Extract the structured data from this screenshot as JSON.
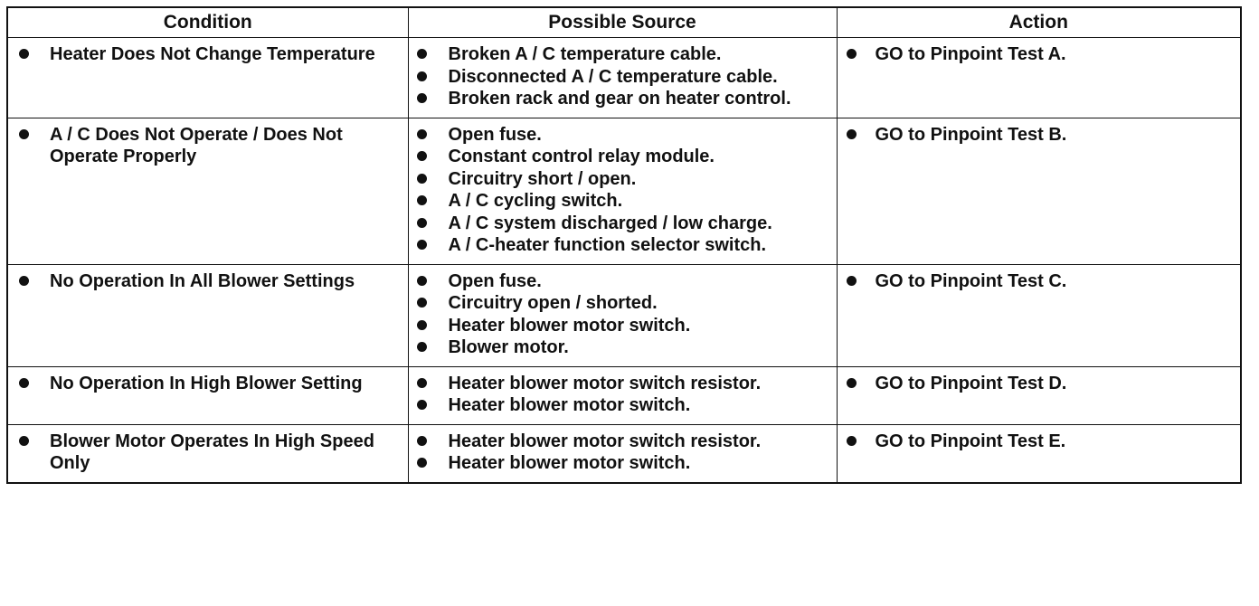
{
  "headers": {
    "condition": "Condition",
    "source": "Possible Source",
    "action": "Action"
  },
  "rows": [
    {
      "condition": "Heater Does Not Change Temperature",
      "sources": [
        "Broken A / C temperature cable.",
        "Disconnected A / C temperature cable.",
        "Broken rack and gear on heater control."
      ],
      "action": "GO to Pinpoint Test A."
    },
    {
      "condition": "A / C Does Not Operate / Does Not Operate Properly",
      "sources": [
        "Open fuse.",
        "Constant control relay module.",
        "Circuitry short / open.",
        "A / C cycling switch.",
        "A / C system discharged / low charge.",
        "A / C-heater function selector switch."
      ],
      "action": "GO to Pinpoint Test B."
    },
    {
      "condition": "No Operation In All Blower Settings",
      "sources": [
        "Open fuse.",
        "Circuitry open / shorted.",
        "Heater blower motor switch.",
        "Blower motor."
      ],
      "action": "GO to Pinpoint Test C."
    },
    {
      "condition": "No Operation In High Blower Setting",
      "sources": [
        "Heater blower motor switch resistor.",
        "Heater blower motor switch."
      ],
      "action": "GO to Pinpoint Test D."
    },
    {
      "condition": "Blower Motor Operates In High Speed Only",
      "sources": [
        "Heater blower motor switch resistor.",
        "Heater blower motor switch."
      ],
      "action": "GO to Pinpoint Test E."
    }
  ]
}
